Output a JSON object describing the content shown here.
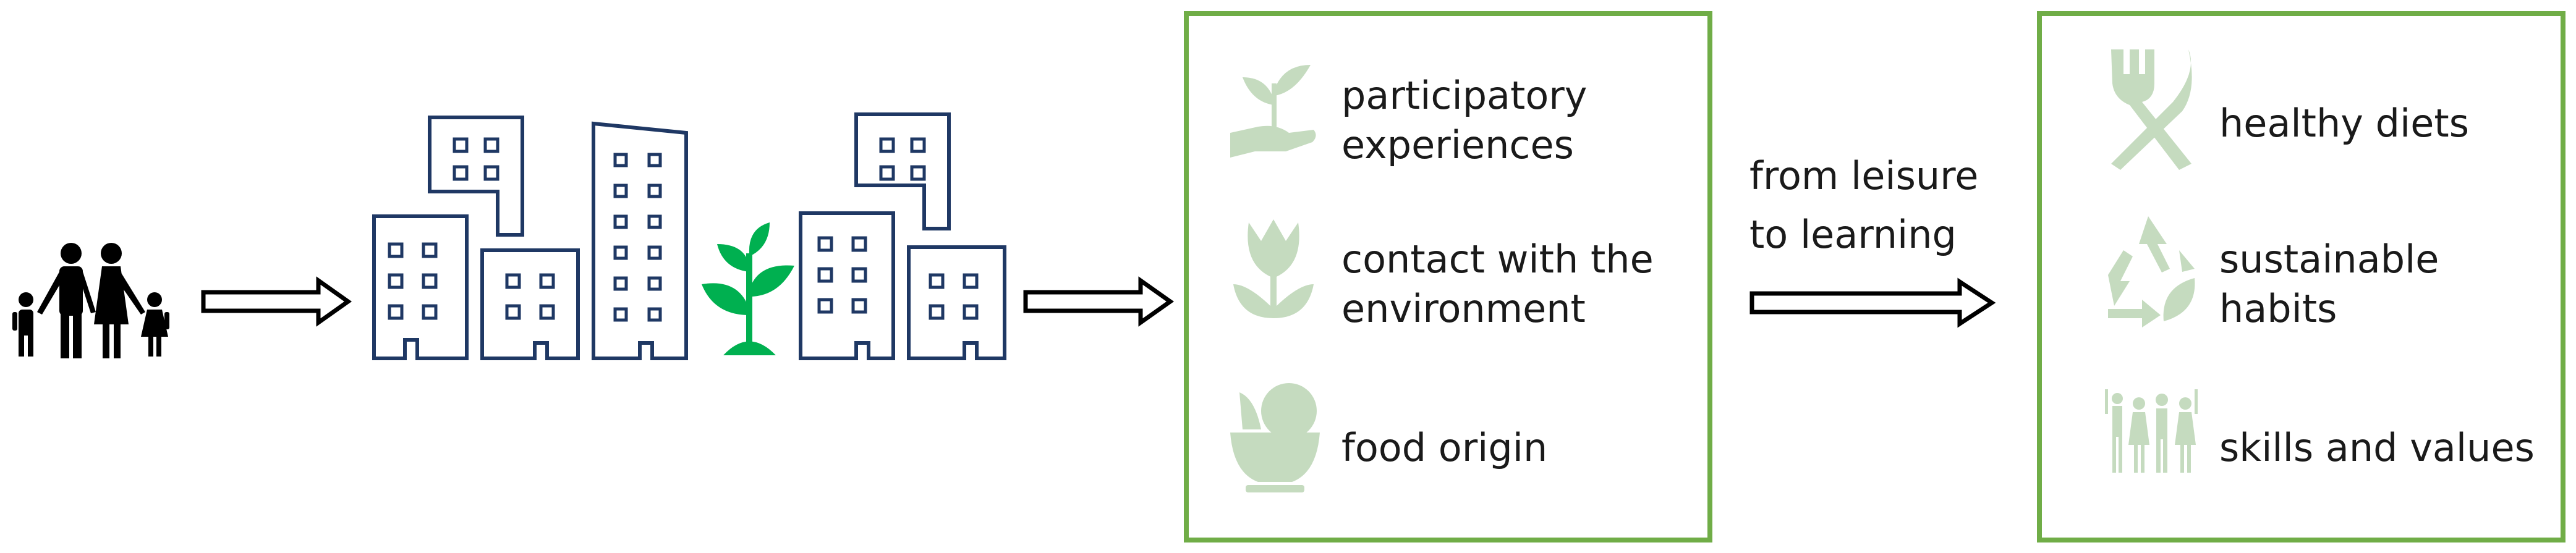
{
  "colors": {
    "family": "#000000",
    "buildings": "#1f3864",
    "plant": "#00b050",
    "box_border": "#70ad47",
    "faded_icon": "#c5dbbf",
    "arrow": "#000000"
  },
  "middle_box": {
    "items": [
      {
        "icon": "hand-plant-icon",
        "line1": "participatory",
        "line2": "experiences"
      },
      {
        "icon": "tulip-icon",
        "line1": "contact with the",
        "line2": "environment"
      },
      {
        "icon": "fruit-bowl-icon",
        "line1": "food origin",
        "line2": ""
      }
    ]
  },
  "connector": {
    "line1": "from leisure",
    "line2": "to learning"
  },
  "right_box": {
    "items": [
      {
        "icon": "fork-knife-icon",
        "line1": "healthy diets",
        "line2": ""
      },
      {
        "icon": "recycle-leaf-icon",
        "line1": "sustainable",
        "line2": "habits"
      },
      {
        "icon": "people-group-icon",
        "line1": "skills and values",
        "line2": ""
      }
    ]
  }
}
